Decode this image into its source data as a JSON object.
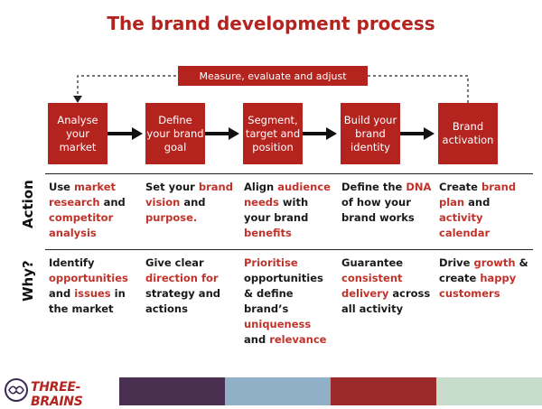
{
  "title": "The brand development process",
  "feedback_label": "Measure, evaluate and adjust",
  "steps": [
    {
      "label": "Analyse your market"
    },
    {
      "label": "Define your brand goal"
    },
    {
      "label": "Segment, target and position"
    },
    {
      "label": "Build your brand identity"
    },
    {
      "label": "Brand activation"
    }
  ],
  "rows": {
    "action": "Action",
    "why": "Why?"
  },
  "actions": [
    [
      {
        "t": "Use ",
        "h": false
      },
      {
        "t": "market research",
        "h": true
      },
      {
        "t": " and ",
        "h": false
      },
      {
        "t": "competitor analysis",
        "h": true
      }
    ],
    [
      {
        "t": "Set your ",
        "h": false
      },
      {
        "t": "brand vision",
        "h": true
      },
      {
        "t": " and ",
        "h": false
      },
      {
        "t": "purpose.",
        "h": true
      }
    ],
    [
      {
        "t": "Align ",
        "h": false
      },
      {
        "t": "audience needs",
        "h": true
      },
      {
        "t": " with your brand ",
        "h": false
      },
      {
        "t": "benefits",
        "h": true
      }
    ],
    [
      {
        "t": "Define the ",
        "h": false
      },
      {
        "t": "DNA",
        "h": true
      },
      {
        "t": " of how your brand works",
        "h": false
      }
    ],
    [
      {
        "t": "Create ",
        "h": false
      },
      {
        "t": "brand plan",
        "h": true
      },
      {
        "t": " and ",
        "h": false
      },
      {
        "t": "activity calendar",
        "h": true
      }
    ]
  ],
  "whys": [
    [
      {
        "t": "Identify ",
        "h": false
      },
      {
        "t": "opportunities",
        "h": true
      },
      {
        "t": " and ",
        "h": false
      },
      {
        "t": "issues",
        "h": true
      },
      {
        "t": " in the market",
        "h": false
      }
    ],
    [
      {
        "t": "Give clear ",
        "h": false
      },
      {
        "t": "direction for",
        "h": true
      },
      {
        "t": " strategy and actions",
        "h": false
      }
    ],
    [
      {
        "t": "Prioritise",
        "h": true
      },
      {
        "t": " opportunities & define brand’s ",
        "h": false
      },
      {
        "t": "uniqueness",
        "h": true
      },
      {
        "t": " and ",
        "h": false
      },
      {
        "t": "relevance",
        "h": true
      }
    ],
    [
      {
        "t": "Guarantee ",
        "h": false
      },
      {
        "t": "consistent delivery",
        "h": true
      },
      {
        "t": " across all activity",
        "h": false
      }
    ],
    [
      {
        "t": "Drive ",
        "h": false
      },
      {
        "t": "growth",
        "h": true
      },
      {
        "t": " & create ",
        "h": false
      },
      {
        "t": "happy customers",
        "h": true
      }
    ]
  ],
  "logo_text": "THREE-BRAINS",
  "colors": {
    "brand_red": "#b5231e",
    "highlight_red": "#c0332b",
    "footer": [
      "#4a3050",
      "#8fb0c6",
      "#9c2a2b",
      "#c8dccb"
    ]
  }
}
